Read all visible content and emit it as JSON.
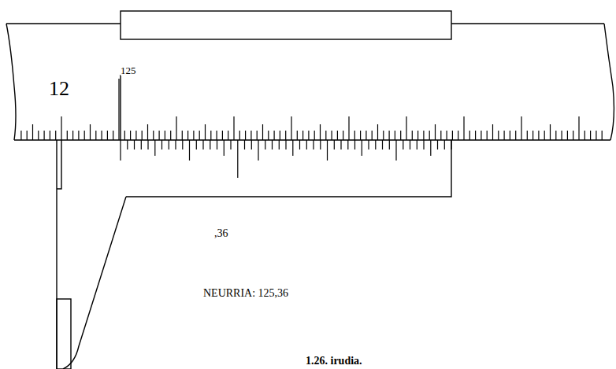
{
  "diagram": {
    "caption": "1.26. irudia.",
    "labels": [
      "12",
      "125",
      ",36",
      "NEURRIA: 125,36"
    ]
  }
}
